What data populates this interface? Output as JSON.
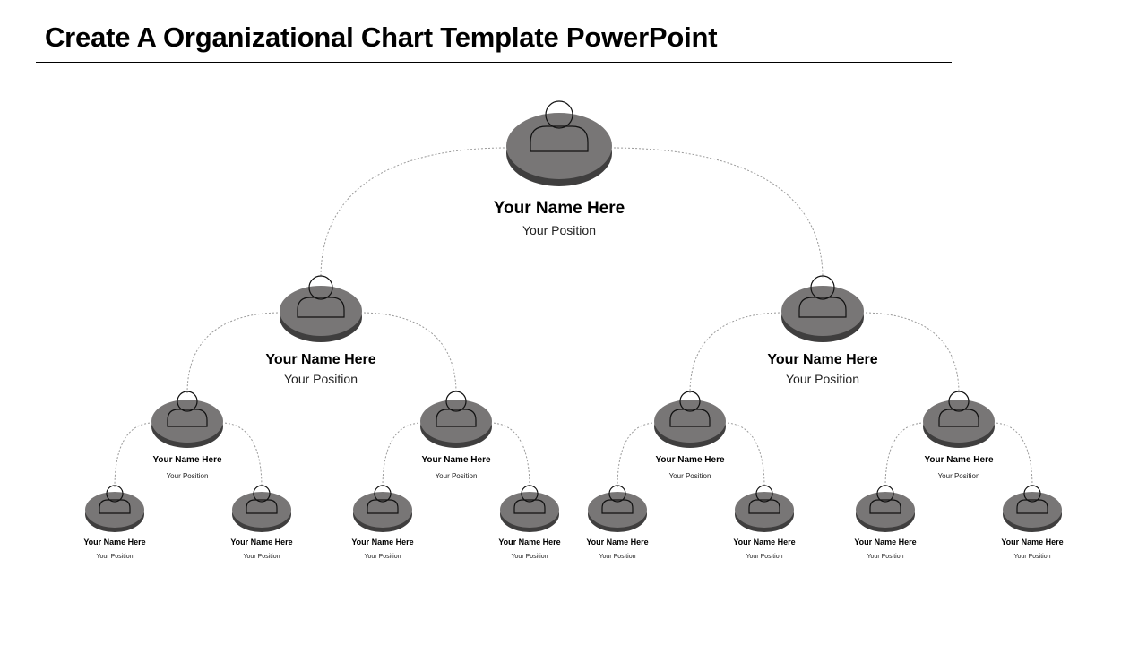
{
  "slide": {
    "title": "Create A Organizational Chart Template PowerPoint"
  },
  "colors": {
    "disc_top": "#787676",
    "disc_side": "#3f3e3e",
    "icon_stroke": "#111111",
    "connector": "#9a9a9a"
  },
  "org": {
    "root": {
      "name": "Your Name Here",
      "position": "Your Position",
      "children": [
        {
          "name": "Your Name Here",
          "position": "Your Position",
          "children": [
            {
              "name": "Your Name Here",
              "position": "Your Position",
              "children": [
                {
                  "name": "Your Name Here",
                  "position": "Your Position"
                },
                {
                  "name": "Your Name Here",
                  "position": "Your Position"
                }
              ]
            },
            {
              "name": "Your Name Here",
              "position": "Your Position",
              "children": [
                {
                  "name": "Your Name Here",
                  "position": "Your Position"
                },
                {
                  "name": "Your Name Here",
                  "position": "Your Position"
                }
              ]
            }
          ]
        },
        {
          "name": "Your Name Here",
          "position": "Your Position",
          "children": [
            {
              "name": "Your Name Here",
              "position": "Your Position",
              "children": [
                {
                  "name": "Your Name Here",
                  "position": "Your Position"
                },
                {
                  "name": "Your Name Here",
                  "position": "Your Position"
                }
              ]
            },
            {
              "name": "Your Name Here",
              "position": "Your Position",
              "children": [
                {
                  "name": "Your Name Here",
                  "position": "Your Position"
                },
                {
                  "name": "Your Name Here",
                  "position": "Your Position"
                }
              ]
            }
          ]
        }
      ]
    }
  }
}
